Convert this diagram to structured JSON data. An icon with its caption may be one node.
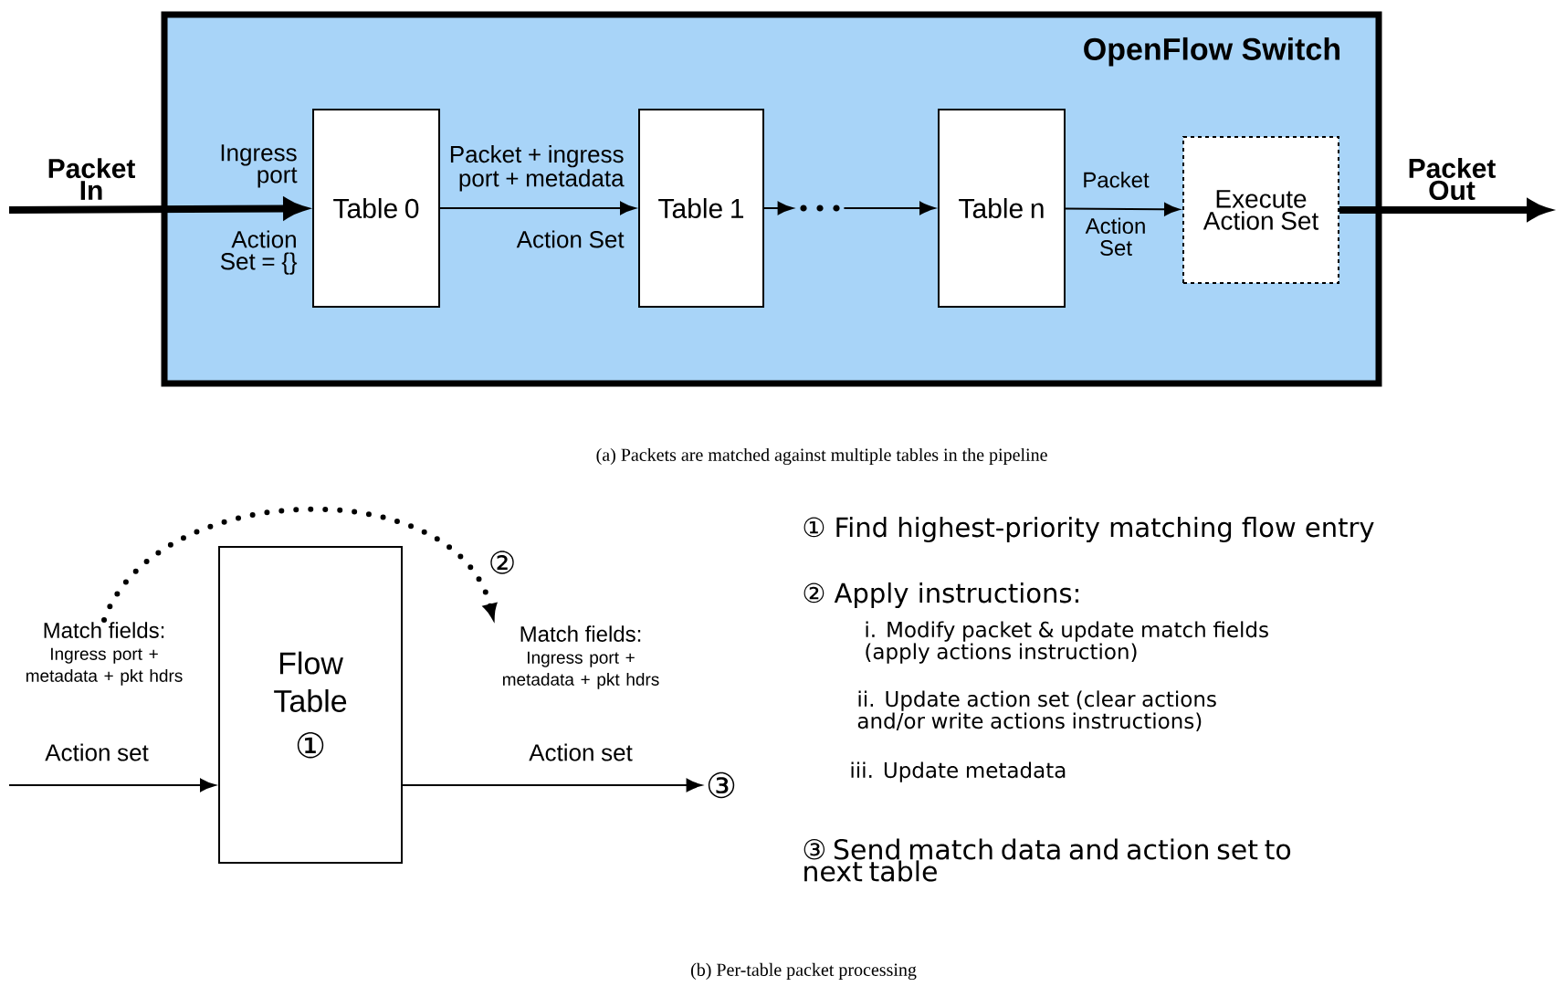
{
  "diagram": {
    "nodes": [
      {
        "text": [
          "OpenFlow Switch"
        ]
      },
      {
        "text": [
          "Table 0"
        ],
        "in": 0
      },
      {
        "text": [
          "Table 1"
        ],
        "in": 0
      },
      {
        "text": [],
        "shape": "dots",
        "in": 0
      },
      {
        "text": [
          "Table n"
        ],
        "in": 0
      },
      {
        "text": [
          "Execute Action Set"
        ],
        "in": 0
      },
      {
        "text": [
          "Match fields:",
          "Ingress port + metadata + pkt hdrs"
        ]
      },
      {
        "text": [
          "Flow Table",
          "①"
        ]
      },
      {
        "text": [
          "Match fields:",
          "Ingress port + metadata + pkt hdrs"
        ]
      },
      {
        "text": [
          "③"
        ]
      }
    ],
    "edges": [
      {
        "from": null,
        "to": 1,
        "arrow": "to",
        "style": "thick",
        "label": "Packet In"
      },
      {
        "from": 1,
        "to": 2,
        "arrow": "to",
        "label": "Packet + ingress port + metadata"
      },
      {
        "from": 2,
        "to": 3,
        "arrow": "to"
      },
      {
        "from": 3,
        "to": 4,
        "arrow": "to"
      },
      {
        "from": 4,
        "to": 5,
        "arrow": "to",
        "label": "Packet"
      },
      {
        "from": 5,
        "to": null,
        "arrow": "to",
        "style": "thick",
        "label": "Packet Out"
      },
      {
        "from": null,
        "to": 7,
        "arrow": "to",
        "label": "Action set"
      },
      {
        "from": 7,
        "to": 9,
        "arrow": "to",
        "label": "Action set"
      },
      {
        "from": 6,
        "to": 8,
        "arrow": "to",
        "style": "dashed",
        "label": "②"
      }
    ],
    "labels": [
      "Ingress port",
      "Action Set = {}",
      "Action Set",
      "Action Set",
      "(a) Packets are matched against multiple tables in the pipeline",
      "① Find highest-priority matching flow entry",
      "② Apply instructions:",
      "i. Modify packet & update match fields (apply actions instruction)",
      "ii. Update action set (clear actions and/or write actions instructions)",
      "iii. Update metadata",
      "③ Send match data and action set to next table",
      "(b) Per-table packet processing"
    ]
  }
}
